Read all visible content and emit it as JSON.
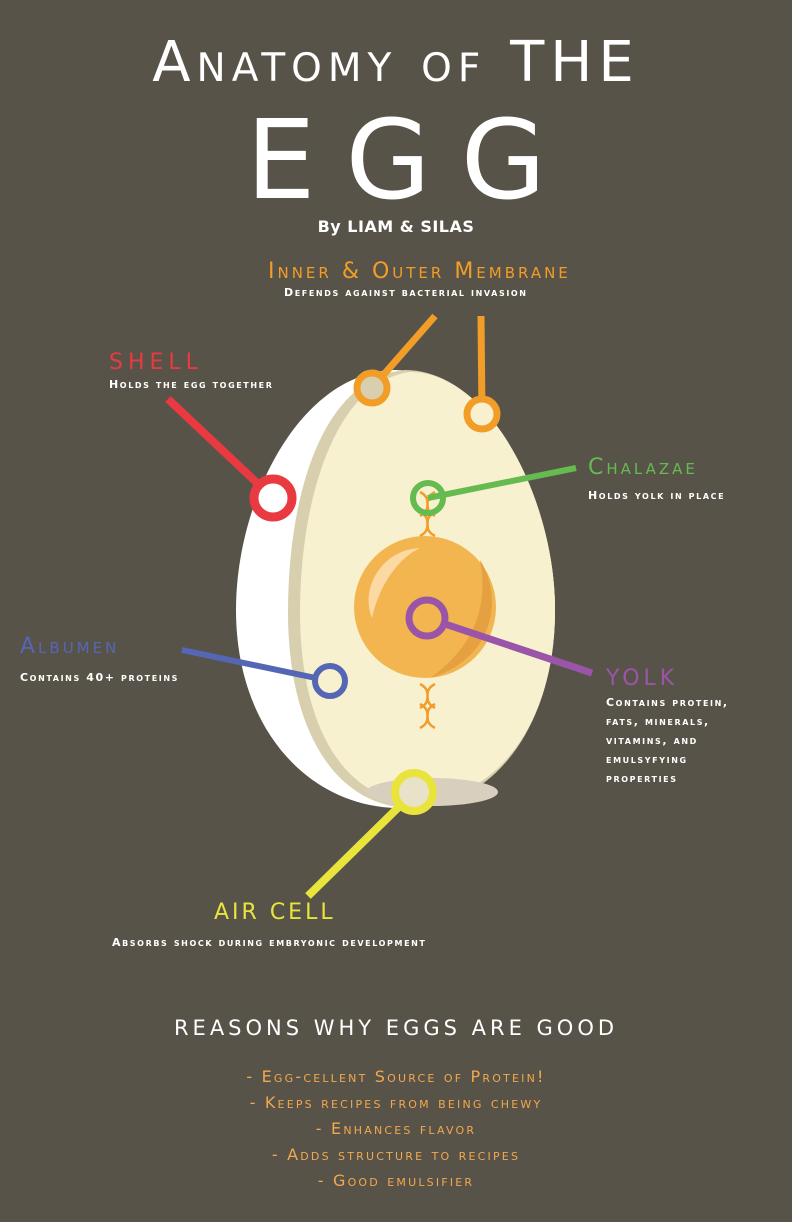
{
  "header": {
    "title_line1": "Anatomy of THE",
    "title_line2": "EGG",
    "byline": "By LIAM & SILAS"
  },
  "parts": {
    "membrane": {
      "label": "Inner & Outer Membrane",
      "desc": "Defends against bacterial invasion",
      "color": "#f29d28"
    },
    "shell": {
      "label": "SHELL",
      "desc": "Holds the egg together",
      "color": "#e83a40"
    },
    "chalazae": {
      "label": "Chalazae",
      "desc": "Holds yolk in place",
      "color": "#65bb4f"
    },
    "albumen": {
      "label": "Albumen",
      "desc": "Contains 40+ proteins",
      "color": "#5566b5"
    },
    "yolk": {
      "label": "YOLK",
      "desc_lines": [
        "Contains protein,",
        "fats, minerals,",
        "vitamins, and",
        "emulsyfying",
        "properties"
      ],
      "color": "#9a55a8"
    },
    "air_cell": {
      "label": "AIR CELL",
      "desc": "Absorbs shock during embryonic development",
      "color": "#e9e43b"
    }
  },
  "reasons": {
    "title": "REASONS WHY EGGS ARE GOOD",
    "items": [
      "- Egg-cellent Source of Protein!",
      "- Keeps recipes from being chewy",
      "- Enhances flavor",
      "- Adds structure to recipes",
      "- Good emulsifier"
    ]
  }
}
